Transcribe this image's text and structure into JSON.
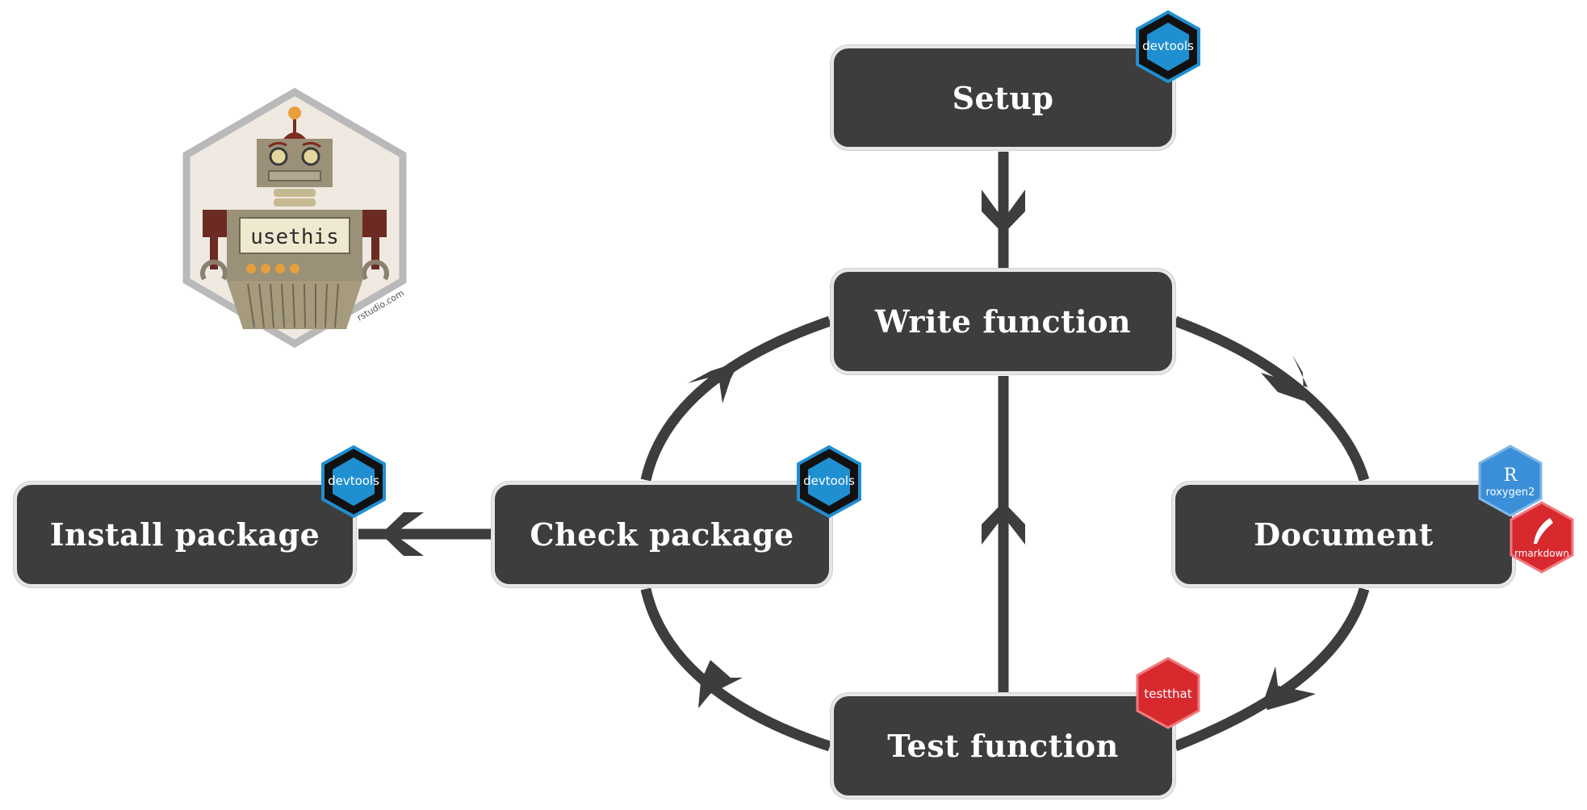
{
  "nodes": {
    "setup": "Setup",
    "write_function": "Write function",
    "document": "Document",
    "test_function": "Test function",
    "check_package": "Check package",
    "install_package": "Install package"
  },
  "logos": {
    "devtools_label": "devtools",
    "roxygen2_label": "roxygen2",
    "rmarkdown_label": "rmarkdown",
    "testthat_label": "testthat",
    "usethis_label": "usethis",
    "usethis_footer": "rstudio.com"
  },
  "colors": {
    "node_fill": "#3d3d3d",
    "arrow": "#3d3d3d",
    "devtools_blue": "#1f8fd1",
    "roxygen2_blue": "#3a8fd8",
    "rmarkdown_red": "#d8292f",
    "testthat_red": "#d8292f"
  }
}
